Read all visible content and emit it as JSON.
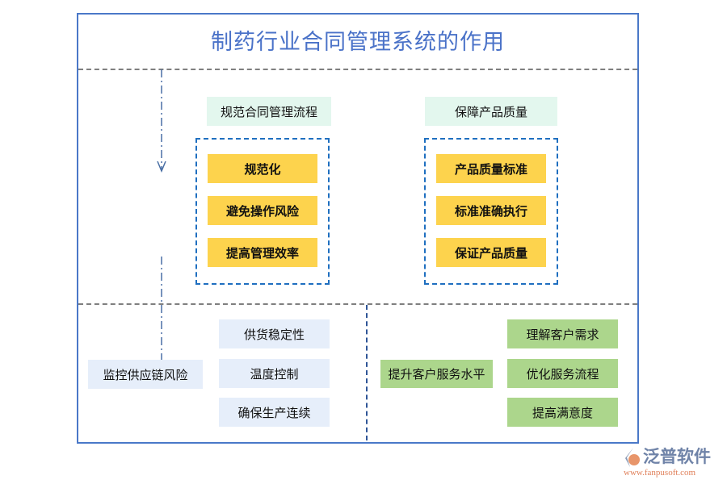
{
  "title": "制药行业合同管理系统的作用",
  "top_left": {
    "heading": "规范合同管理流程",
    "items": [
      "规范化",
      "避免操作风险",
      "提高管理效率"
    ]
  },
  "top_right": {
    "heading": "保障产品质量",
    "items": [
      "产品质量标准",
      "标准准确执行",
      "保证产品质量"
    ]
  },
  "bottom_left": {
    "heading": "监控供应链风险",
    "items": [
      "供货稳定性",
      "温度控制",
      "确保生产连续"
    ]
  },
  "bottom_right": {
    "heading": "提升客户服务水平",
    "items": [
      "理解客户需求",
      "优化服务流程",
      "提高满意度"
    ]
  },
  "logo": {
    "name": "泛普软件",
    "url": "www.fanpusoft.com"
  },
  "colors": {
    "frame": "#4a78c8",
    "title": "#4a72c8",
    "yellow": "#fdd34d",
    "mint": "#e3f7ee",
    "light_blue": "#e6eefa",
    "green": "#acd68c"
  }
}
